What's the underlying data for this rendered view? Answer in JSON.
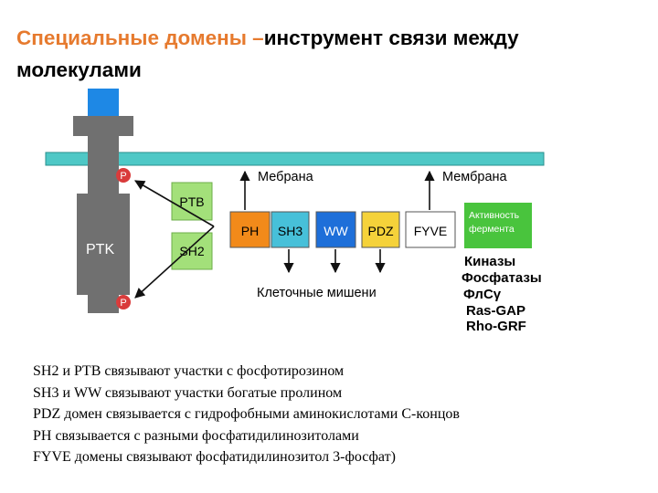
{
  "slide": {
    "title_accent": "Специальные домены –",
    "title_rest": "инструмент связи между молекулами"
  },
  "diagram": {
    "receptor_label": "PTK",
    "phospho_label": "P",
    "membrane_label_left": "Мебрана",
    "membrane_label_right": "Мембрана",
    "targets_label": "Клеточные мишени",
    "adaptors": [
      {
        "label": "PTB",
        "color": "#a3e07a"
      },
      {
        "label": "SH2",
        "color": "#a3e07a"
      }
    ],
    "domains": [
      {
        "label": "PH",
        "color": "#f28a1a"
      },
      {
        "label": "SH3",
        "color": "#47c0d9"
      },
      {
        "label": "WW",
        "color": "#1e6fd9"
      },
      {
        "label": "PDZ",
        "color": "#f5d23a"
      },
      {
        "label": "FYVE",
        "color": "#ffffff"
      }
    ],
    "enzyme_box": {
      "line1": "Активность",
      "line2": "фермента",
      "color": "#49c43d"
    },
    "enzymes": [
      "Киназы",
      "Фосфатазы",
      "ФлСγ",
      "Ras-GAP",
      "Rho-GRF"
    ],
    "colors": {
      "membrane": "#4ec8c6",
      "receptor": "#707070",
      "ligand": "#1e88e5",
      "phospho": "#d93b3b"
    }
  },
  "notes": [
    "SH2 и PTB связывают участки с фосфотирозином",
    "SH3 и WW связывают участки богатые пролином",
    "PDZ домен связывается с гидрофобными  аминокислотами  С-концов",
    "PH  связывается с разными фосфатидилинозитолами",
    "FYVE домены связывают фосфатидилинозитол 3-фосфат)"
  ]
}
